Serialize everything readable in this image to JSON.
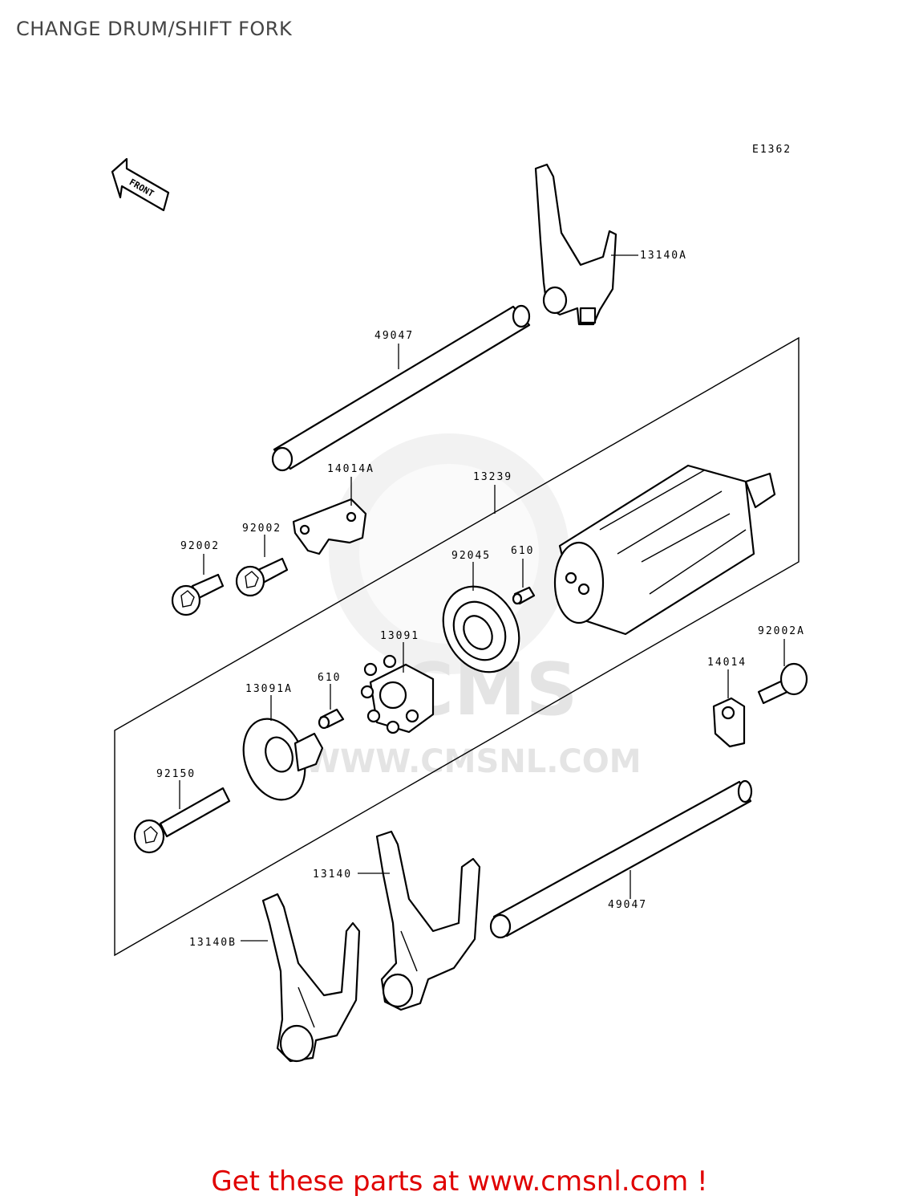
{
  "title": "CHANGE DRUM/SHIFT FORK",
  "diagram_code": "E1362",
  "front_label": "FRONT",
  "watermark": {
    "logo_text": "CMS",
    "url_text": "WWW.CMSNL.COM"
  },
  "parts": [
    {
      "id": "13140A",
      "label": "13140A"
    },
    {
      "id": "49047-top",
      "label": "49047"
    },
    {
      "id": "14014A",
      "label": "14014A"
    },
    {
      "id": "13239",
      "label": "13239"
    },
    {
      "id": "92002-a",
      "label": "92002"
    },
    {
      "id": "92002-b",
      "label": "92002"
    },
    {
      "id": "92045",
      "label": "92045"
    },
    {
      "id": "610-a",
      "label": "610"
    },
    {
      "id": "13091",
      "label": "13091"
    },
    {
      "id": "92002A",
      "label": "92002A"
    },
    {
      "id": "14014",
      "label": "14014"
    },
    {
      "id": "610-b",
      "label": "610"
    },
    {
      "id": "13091A",
      "label": "13091A"
    },
    {
      "id": "92150",
      "label": "92150"
    },
    {
      "id": "13140",
      "label": "13140"
    },
    {
      "id": "49047-bottom",
      "label": "49047"
    },
    {
      "id": "13140B",
      "label": "13140B"
    }
  ],
  "footer": "Get these parts at www.cmsnl.com !"
}
